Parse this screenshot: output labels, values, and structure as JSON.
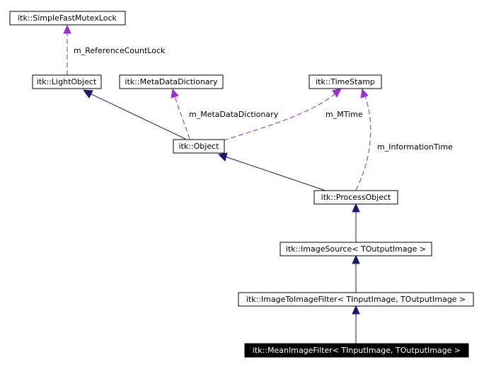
{
  "diagram": {
    "nodes": {
      "simple_fast_mutex_lock": "itk::SimpleFastMutexLock",
      "light_object": "itk::LightObject",
      "meta_data_dictionary": "itk::MetaDataDictionary",
      "time_stamp": "itk::TimeStamp",
      "object": "itk::Object",
      "process_object": "itk::ProcessObject",
      "image_source": "itk::ImageSource< TOutputImage >",
      "image_to_image_filter": "itk::ImageToImageFilter< TInputImage, TOutputImage >",
      "mean_image_filter": "itk::MeanImageFilter< TInputImage, TOutputImage >"
    },
    "edge_labels": {
      "reference_count_lock": "m_ReferenceCountLock",
      "meta_data_dictionary": "m_MetaDataDictionary",
      "mtime": "m_MTime",
      "information_time": "m_InformationTime"
    },
    "colors": {
      "inheritance": "#191970",
      "member": "#9a32cd",
      "highlight_fill": "#000000",
      "highlight_text": "#ffffff"
    }
  }
}
